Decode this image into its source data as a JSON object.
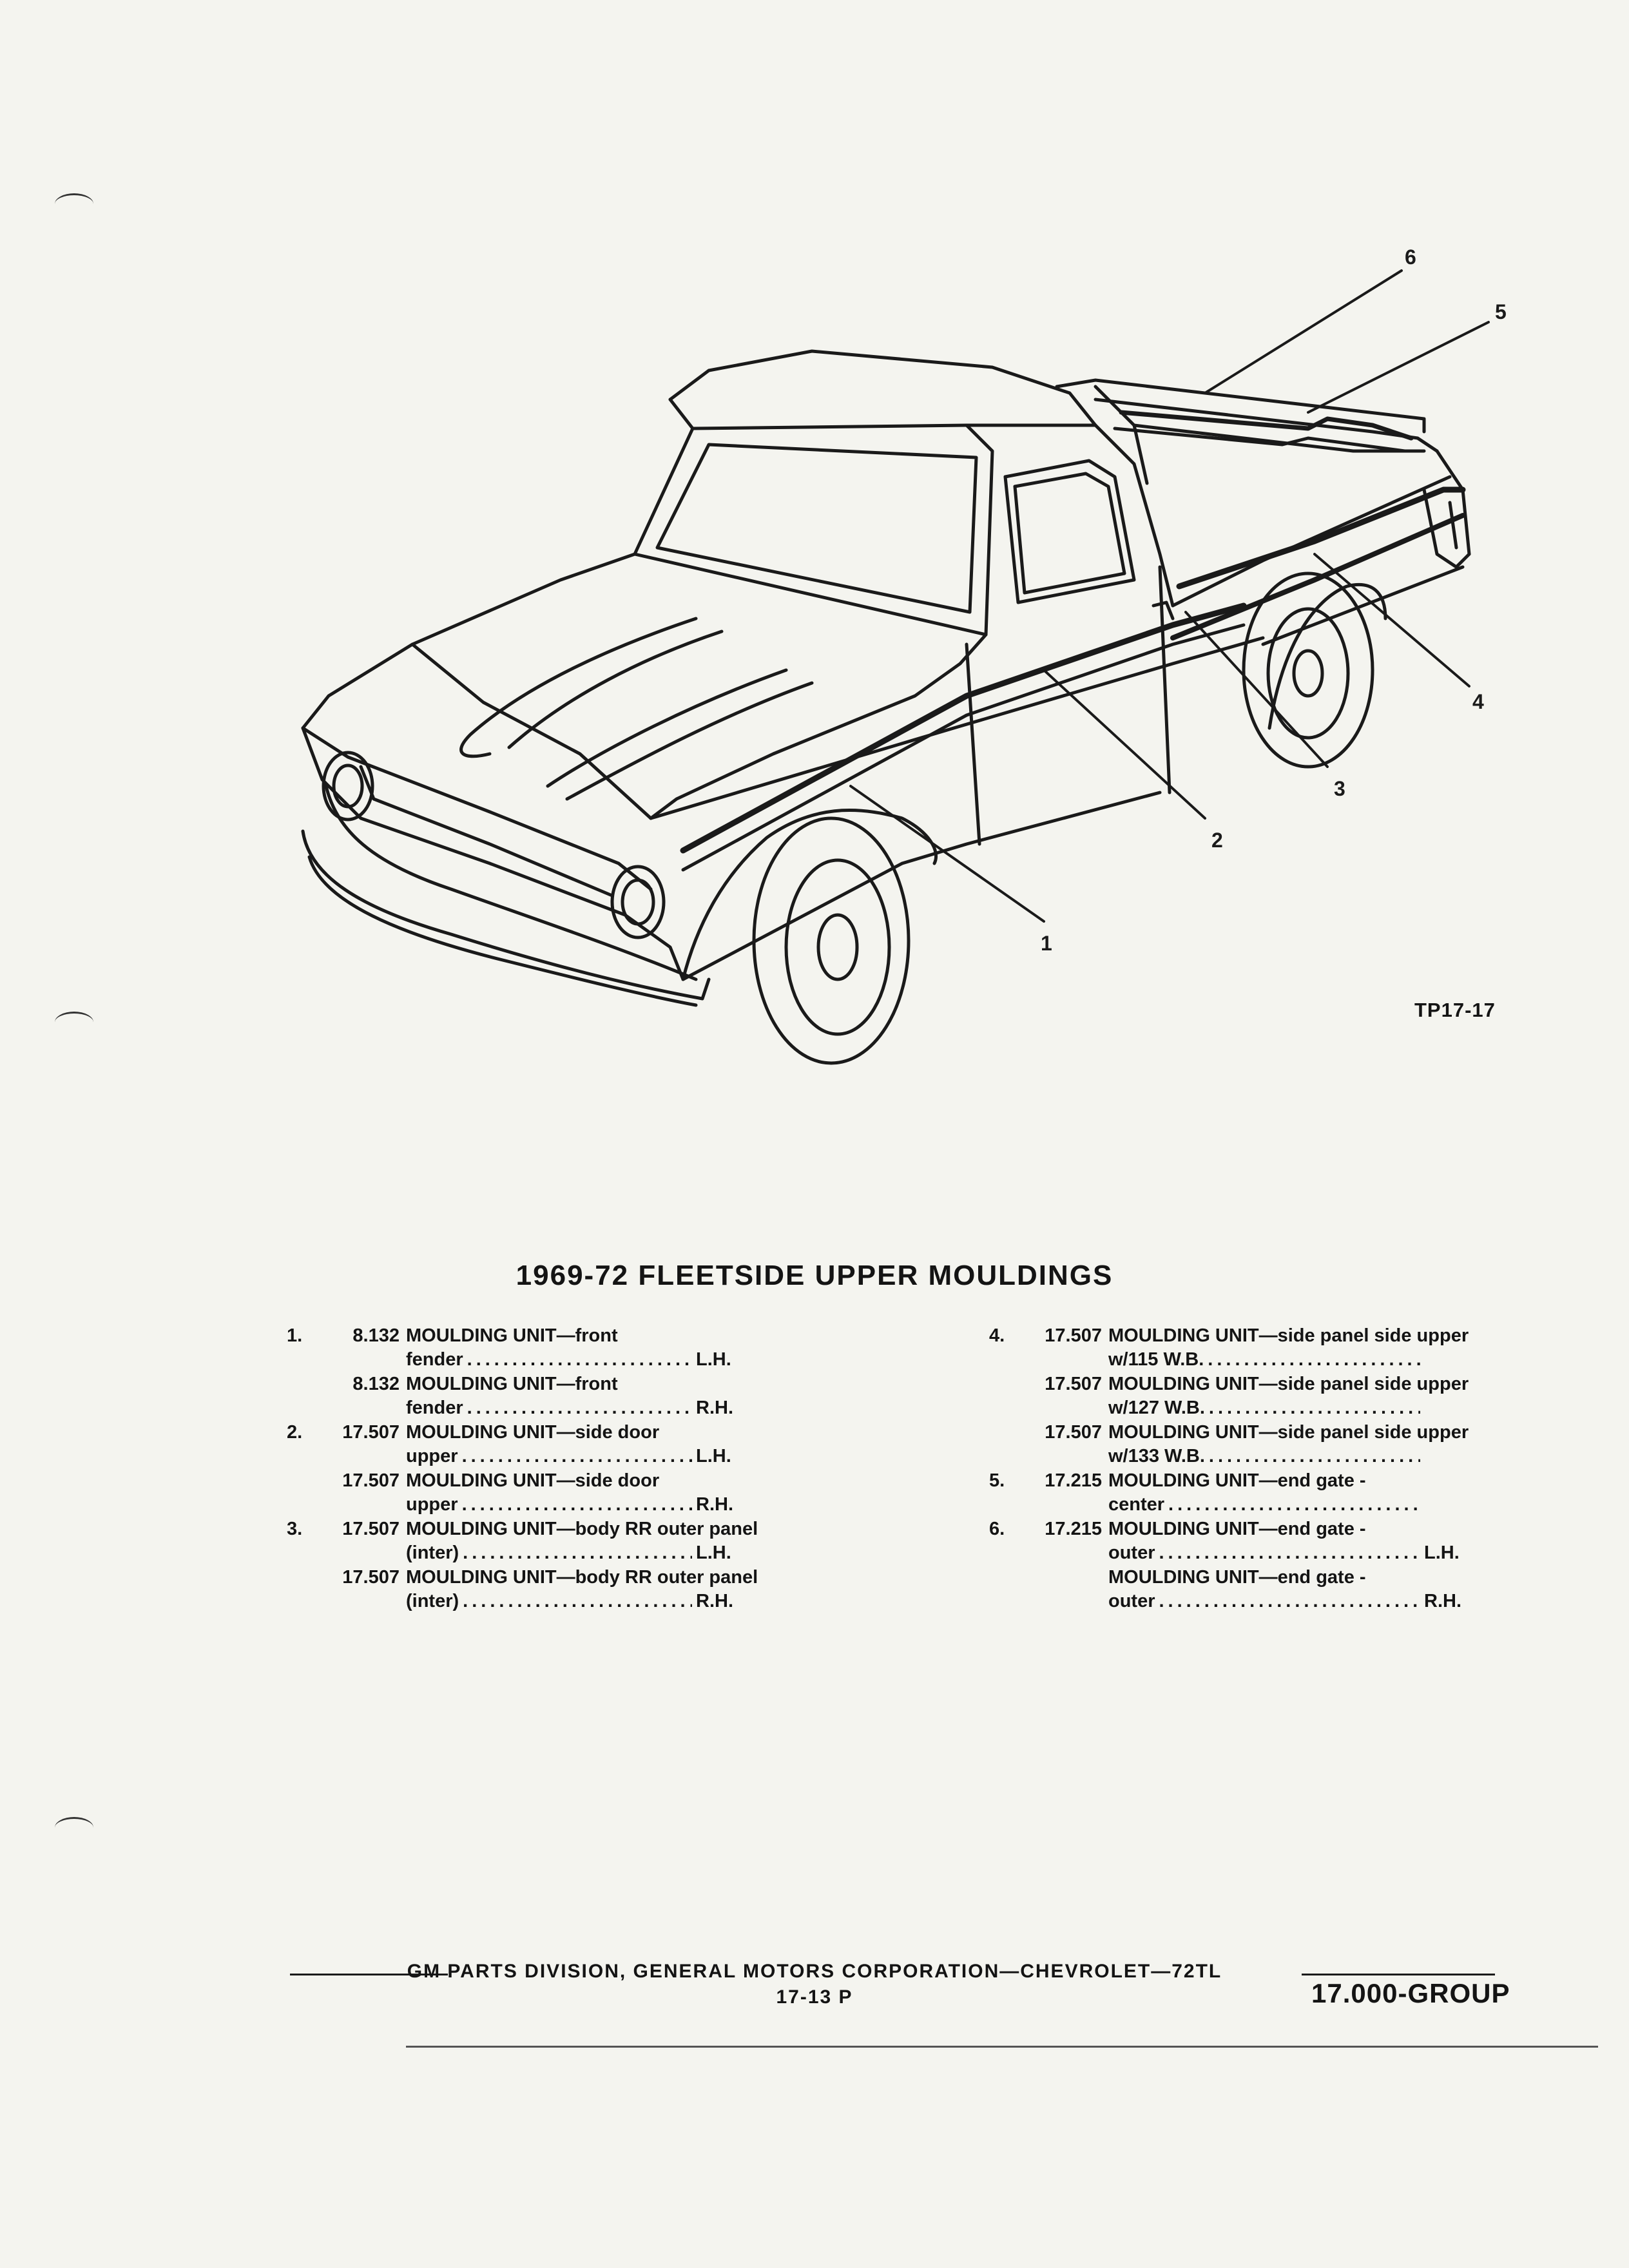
{
  "figure": {
    "code": "TP17-17",
    "callouts": [
      "1",
      "2",
      "3",
      "4",
      "5",
      "6"
    ]
  },
  "title": "1969-72 FLEETSIDE UPPER MOULDINGS",
  "parts_left": [
    {
      "num": "1.",
      "code": "8.132",
      "line1": "MOULDING UNIT—front",
      "line2": "fender",
      "side": "L.H."
    },
    {
      "num": "",
      "code": "8.132",
      "line1": "MOULDING UNIT—front",
      "line2": "fender",
      "side": "R.H."
    },
    {
      "num": "2.",
      "code": "17.507",
      "line1": "MOULDING UNIT—side door",
      "line2": "upper",
      "side": "L.H."
    },
    {
      "num": "",
      "code": "17.507",
      "line1": "MOULDING UNIT—side door",
      "line2": "upper",
      "side": "R.H."
    },
    {
      "num": "3.",
      "code": "17.507",
      "line1": "MOULDING UNIT—body RR outer panel",
      "line2": "(inter)",
      "side": "L.H."
    },
    {
      "num": "",
      "code": "17.507",
      "line1": "MOULDING UNIT—body RR outer panel",
      "line2": "(inter)",
      "side": "R.H."
    }
  ],
  "parts_right": [
    {
      "num": "4.",
      "code": "17.507",
      "line1": "MOULDING UNIT—side panel side upper",
      "line2": "w/115 W.B.",
      "side": ""
    },
    {
      "num": "",
      "code": "17.507",
      "line1": "MOULDING UNIT—side panel side upper",
      "line2": "w/127 W.B.",
      "side": ""
    },
    {
      "num": "",
      "code": "17.507",
      "line1": "MOULDING UNIT—side panel side upper",
      "line2": "w/133 W.B.",
      "side": ""
    },
    {
      "num": "5.",
      "code": "17.215",
      "line1": "MOULDING UNIT—end gate -",
      "line2": "center",
      "side": ""
    },
    {
      "num": "6.",
      "code": "17.215",
      "line1": "MOULDING UNIT—end gate -",
      "line2": "outer",
      "side": "L.H."
    },
    {
      "num": "",
      "code": "",
      "line1": "MOULDING UNIT—end gate -",
      "line2": "outer",
      "side": "R.H."
    }
  ],
  "footer": {
    "division": "GM PARTS DIVISION, GENERAL MOTORS CORPORATION—CHEVROLET—72TL",
    "page": "17-13 P",
    "group": "17.000-GROUP"
  }
}
